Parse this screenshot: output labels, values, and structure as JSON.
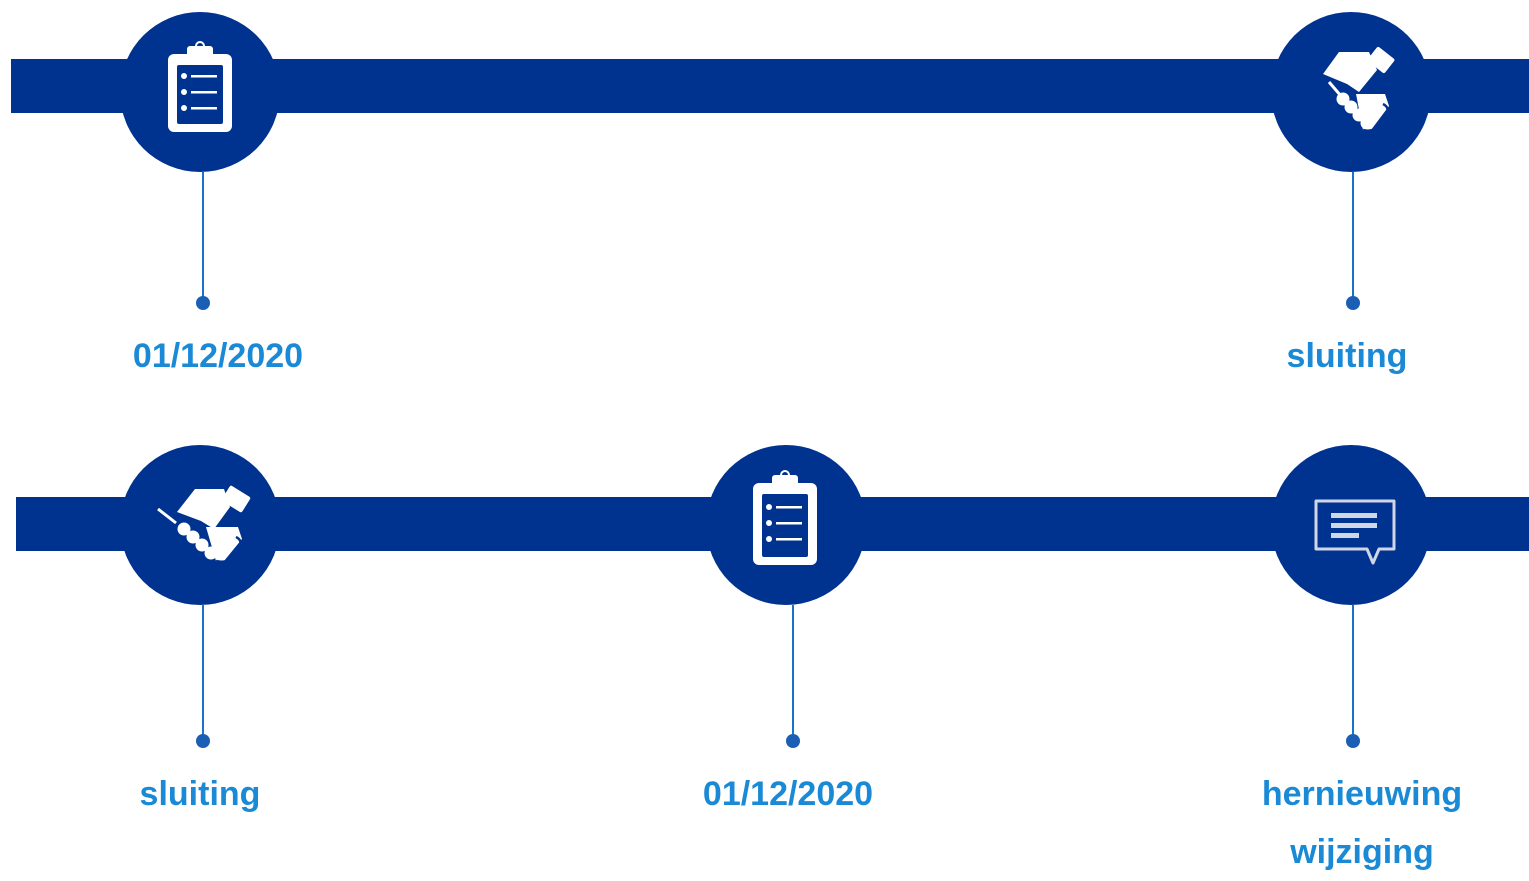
{
  "colors": {
    "band": "#00338f",
    "label": "#1a8ad6",
    "connector": "#1a73c7",
    "icon": "#ffffff"
  },
  "rows": [
    {
      "nodes": [
        {
          "icon": "clipboard-checklist-icon",
          "lines": [
            "01/12/2020"
          ]
        },
        {
          "icon": "handshake-icon",
          "lines": [
            "sluiting"
          ]
        }
      ]
    },
    {
      "nodes": [
        {
          "icon": "handshake-icon",
          "lines": [
            "sluiting"
          ]
        },
        {
          "icon": "clipboard-checklist-icon",
          "lines": [
            "01/12/2020"
          ]
        },
        {
          "icon": "chat-bubble-icon",
          "lines": [
            "hernieuwing",
            "wijziging"
          ]
        }
      ]
    }
  ]
}
